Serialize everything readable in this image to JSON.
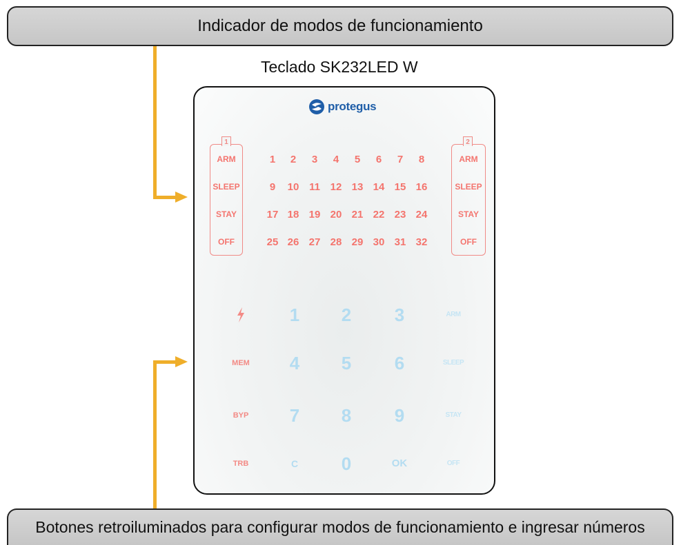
{
  "callouts": {
    "top": "Indicador de modos de funcionamiento",
    "bottom": "Botones retroiluminados para configurar modos de funcionamiento e ingresar números"
  },
  "device": {
    "title": "Teclado SK232LED W",
    "brand": "protegus",
    "partitions": [
      {
        "number": "1",
        "modes": [
          "ARM",
          "SLEEP",
          "STAY",
          "OFF"
        ]
      },
      {
        "number": "2",
        "modes": [
          "ARM",
          "SLEEP",
          "STAY",
          "OFF"
        ]
      }
    ],
    "zones": [
      [
        "1",
        "2",
        "3",
        "4",
        "5",
        "6",
        "7",
        "8"
      ],
      [
        "9",
        "10",
        "11",
        "12",
        "13",
        "14",
        "15",
        "16"
      ],
      [
        "17",
        "18",
        "19",
        "20",
        "21",
        "22",
        "23",
        "24"
      ],
      [
        "25",
        "26",
        "27",
        "28",
        "29",
        "30",
        "31",
        "32"
      ]
    ],
    "keypad": {
      "function_keys": [
        "MEM",
        "BYP",
        "TRB"
      ],
      "number_keys": [
        [
          "1",
          "2",
          "3"
        ],
        [
          "4",
          "5",
          "6"
        ],
        [
          "7",
          "8",
          "9"
        ],
        [
          "C",
          "0",
          "OK"
        ]
      ],
      "mode_keys": [
        "ARM",
        "SLEEP",
        "STAY",
        "OFF"
      ]
    }
  },
  "colors": {
    "arrow": "#efae2a",
    "led_red": "#f4756f",
    "backlight_blue": "#b3dcf1",
    "logo_blue": "#1f5ea8"
  }
}
